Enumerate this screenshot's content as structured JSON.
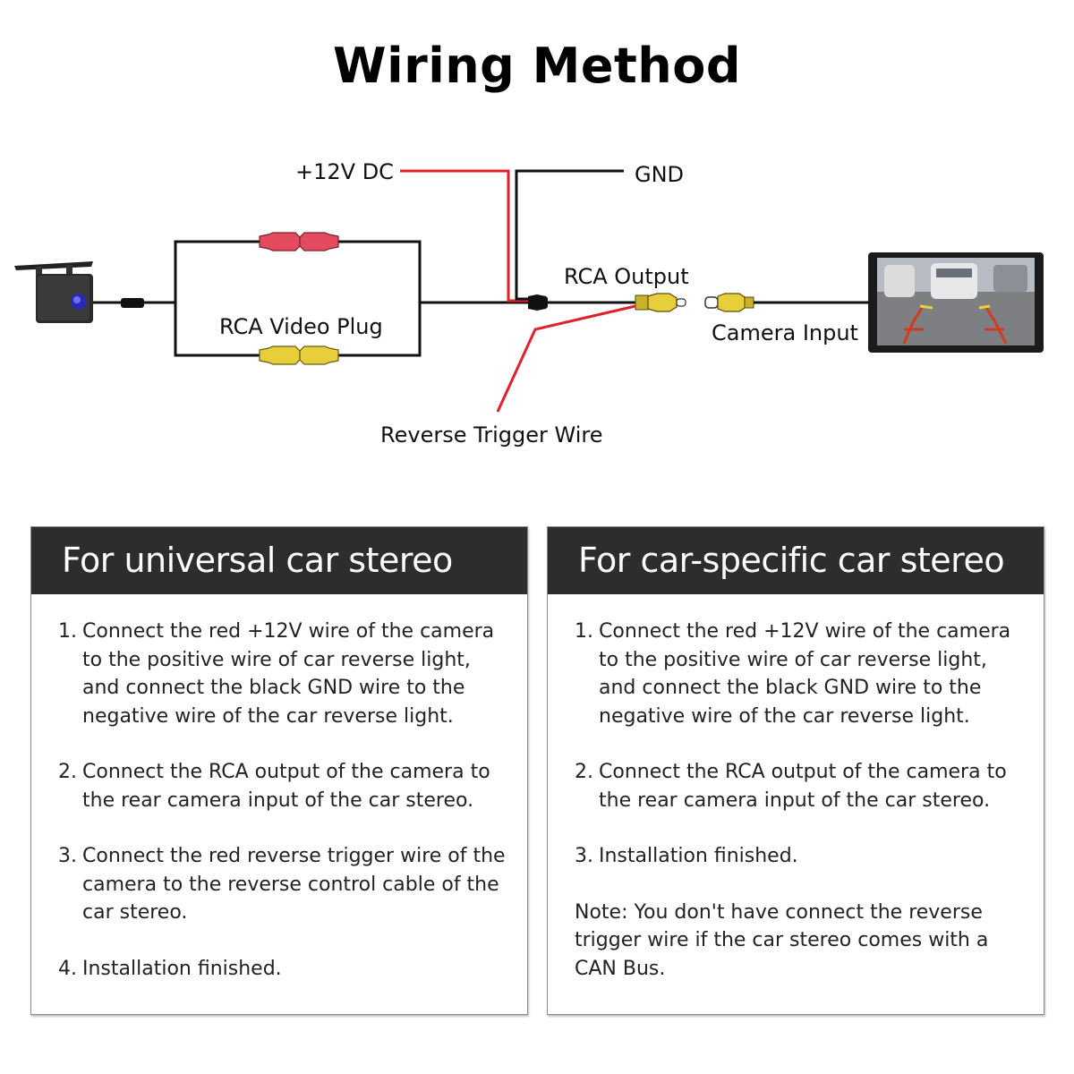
{
  "title": "Wiring Method",
  "diagram": {
    "labels": {
      "power": "+12V DC",
      "ground": "GND",
      "rca_output": "RCA Output",
      "rca_video_plug": "RCA Video Plug",
      "camera_input": "Camera Input",
      "reverse_trigger": "Reverse Trigger Wire"
    },
    "colors": {
      "wire_black": "#111111",
      "wire_red": "#e0202a",
      "plug_red": "#e34a5e",
      "plug_yellow": "#e6cf3a",
      "panel_header": "#2d2d2d"
    },
    "components": [
      "rear-camera",
      "rca-video-plug-red",
      "rca-video-plug-yellow",
      "power-connector",
      "rca-output-plug",
      "camera-input-socket",
      "car-stereo-screen"
    ]
  },
  "panels": [
    {
      "heading": "For universal car stereo",
      "steps": [
        {
          "num": "1.",
          "text": "Connect the red +12V wire of the camera to the positive wire of car reverse light, and connect the black GND wire to the negative wire of the car reverse light."
        },
        {
          "num": "2.",
          "text": "Connect the RCA output of the camera to the rear camera input of the car stereo."
        },
        {
          "num": "3.",
          "text": "Connect the red reverse trigger wire of the camera to the reverse control cable of the car stereo."
        },
        {
          "num": "4.",
          "text": "Installation finished."
        }
      ]
    },
    {
      "heading": "For car-specific car stereo",
      "steps": [
        {
          "num": "1.",
          "text": "Connect the red +12V wire of the camera to the positive wire of car reverse light, and connect the black GND wire to the negative wire of the car reverse light."
        },
        {
          "num": "2.",
          "text": "Connect the RCA output of the camera to the rear camera input of the car stereo."
        },
        {
          "num": "3.",
          "text": "Installation finished."
        }
      ],
      "note": "Note: You don't have connect the reverse trigger wire if the car stereo comes with a CAN Bus."
    }
  ]
}
